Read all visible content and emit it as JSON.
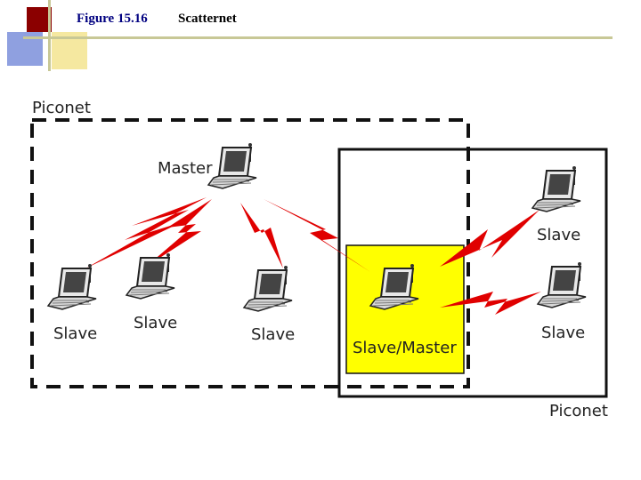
{
  "header": {
    "figure_number": "Figure 15.16",
    "figure_title": "Scatternet"
  },
  "diagram": {
    "piconet_left_label": "Piconet",
    "piconet_right_label": "Piconet",
    "highlight_color": "#ffff00",
    "link_color": "#e00000",
    "nodes": [
      {
        "id": "master",
        "label": "Master"
      },
      {
        "id": "slave1",
        "label": "Slave"
      },
      {
        "id": "slave2",
        "label": "Slave"
      },
      {
        "id": "slave3",
        "label": "Slave"
      },
      {
        "id": "slave-master",
        "label": "Slave/Master"
      },
      {
        "id": "slave4",
        "label": "Slave"
      },
      {
        "id": "slave5",
        "label": "Slave"
      }
    ]
  },
  "decoration": {
    "accent_dark": "#8b0000",
    "accent_blue": "#8fa0e0",
    "accent_yellow": "#f5e8a0",
    "rule_color": "#c8c896"
  }
}
